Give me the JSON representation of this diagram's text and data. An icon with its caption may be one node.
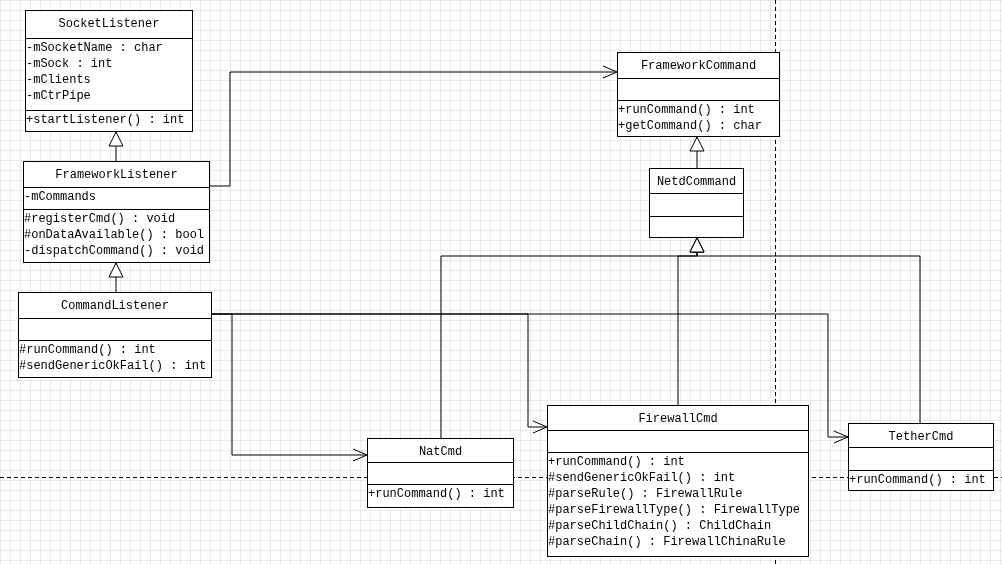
{
  "diagram": {
    "nodes": [
      {
        "text": [
          "SocketListener"
        ]
      },
      {
        "text": [
          "-mSocketName : char",
          "-mSock : int",
          "-mClients",
          "-mCtrPipe"
        ],
        "in": 0
      },
      {
        "text": [
          "+startListener() : int"
        ],
        "in": 0
      },
      {
        "text": [
          "FrameworkListener"
        ]
      },
      {
        "text": [
          "-mCommands"
        ],
        "in": 3
      },
      {
        "text": [
          "#registerCmd() : void",
          "#onDataAvailable() : bool",
          "-dispatchCommand() : void"
        ],
        "in": 3
      },
      {
        "text": [
          "FrameworkCommand"
        ]
      },
      {
        "text": [],
        "shape": "box",
        "in": 6
      },
      {
        "text": [
          "+runCommand() : int",
          "+getCommand() : char"
        ],
        "in": 6
      },
      {
        "text": [
          "NetdCommand"
        ]
      },
      {
        "text": [],
        "shape": "box",
        "in": 9
      },
      {
        "text": [],
        "shape": "box",
        "in": 9
      },
      {
        "text": [
          "CommandListener"
        ]
      },
      {
        "text": [],
        "shape": "box",
        "in": 12
      },
      {
        "text": [
          "#runCommand() : int",
          "#sendGenericOkFail() : int"
        ],
        "in": 12
      },
      {
        "text": [
          "NatCmd"
        ]
      },
      {
        "text": [],
        "shape": "box",
        "in": 15
      },
      {
        "text": [
          "+runCommand() : int"
        ],
        "in": 15
      },
      {
        "text": [
          "FirewallCmd"
        ]
      },
      {
        "text": [],
        "shape": "box",
        "in": 18
      },
      {
        "text": [
          "+runCommand() : int",
          "#sendGenericOkFail() : int",
          "#parseRule() : FirewallRule",
          "#parseFirewallType() : FirewallType",
          "#parseChildChain() : ChildChain",
          "#parseChain() : FirewallChinaRule"
        ],
        "in": 18
      },
      {
        "text": [
          "TetherCmd"
        ]
      },
      {
        "text": [],
        "shape": "box",
        "in": 21
      },
      {
        "text": [
          "+runCommand() : int"
        ],
        "in": 21
      }
    ],
    "edges": [
      {
        "from": 3,
        "to": 0,
        "arrow": "to"
      },
      {
        "from": 12,
        "to": 3,
        "arrow": "to"
      },
      {
        "from": 3,
        "to": 6,
        "arrow": "to"
      },
      {
        "from": 9,
        "to": 6,
        "arrow": "to"
      },
      {
        "from": 15,
        "to": 9,
        "arrow": "to"
      },
      {
        "from": 18,
        "to": 9,
        "arrow": "to"
      },
      {
        "from": 21,
        "to": 9,
        "arrow": "to"
      },
      {
        "from": 12,
        "to": 15,
        "arrow": "to"
      },
      {
        "from": 12,
        "to": 18,
        "arrow": "to"
      },
      {
        "from": 12,
        "to": 21,
        "arrow": "to"
      }
    ]
  }
}
